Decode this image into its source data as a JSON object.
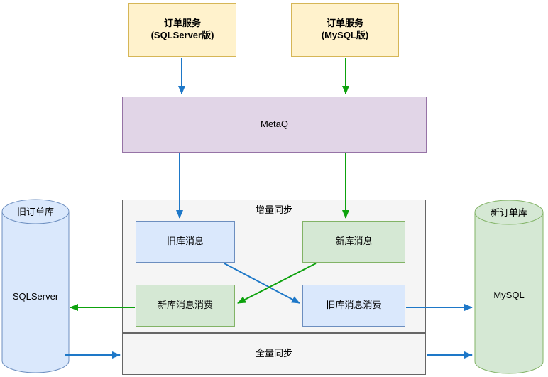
{
  "diagram": {
    "services": [
      {
        "line1": "订单服务",
        "line2": "(SQLServer版)"
      },
      {
        "line1": "订单服务",
        "line2": "(MySQL版)"
      }
    ],
    "queue": {
      "label": "MetaQ"
    },
    "incremental": {
      "title": "增量同步",
      "old_msg": "旧库消息",
      "new_msg": "新库消息",
      "new_msg_consume": "新库消息消费",
      "old_msg_consume": "旧库消息消费"
    },
    "full_sync": {
      "label": "全量同步"
    },
    "databases": {
      "old": {
        "title": "旧订单库",
        "engine": "SQLServer"
      },
      "new": {
        "title": "新订单库",
        "engine": "MySQL"
      }
    },
    "colors": {
      "arrow_blue": "#1e78c8",
      "arrow_green": "#0da20d",
      "yellow_fill": "#fff2cc",
      "yellow_stroke": "#d6b656",
      "purple_fill": "#e1d5e7",
      "purple_stroke": "#9673a6",
      "blue_fill": "#dae8fc",
      "blue_stroke": "#6c8ebf",
      "green_fill": "#d5e8d4",
      "green_stroke": "#82b366",
      "gray_fill": "#f5f5f5",
      "gray_stroke": "#666666"
    }
  }
}
